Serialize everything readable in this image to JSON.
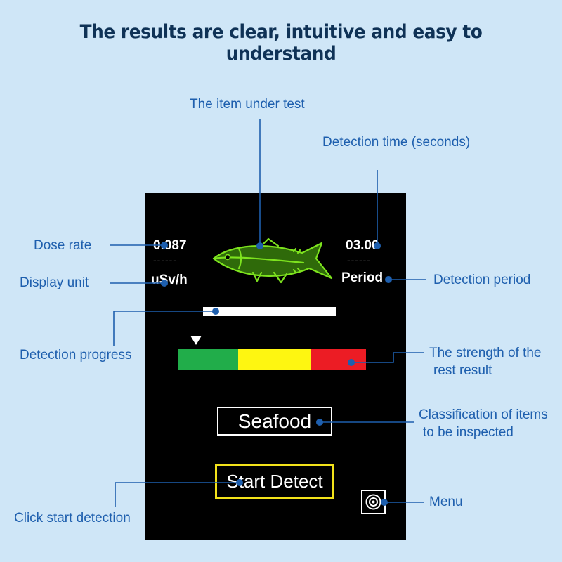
{
  "headline": "The results are clear, intuitive and easy to understand",
  "colors": {
    "background": "#cfe6f7",
    "headline": "#0f3256",
    "callout_text": "#1e5fae",
    "leader_line": "#1e5fae",
    "screen": "#000000",
    "fish": "#7de31e",
    "green": "#21ad4a",
    "yellow": "#fef611",
    "red": "#ec1c24",
    "button_border": "#f2e21a"
  },
  "callouts": {
    "item_under_test": "The item under test",
    "detection_time": "Detection time (seconds)",
    "dose_rate": "Dose rate",
    "display_unit": "Display unit",
    "detection_period": "Detection period",
    "detection_progress": "Detection progress",
    "strength_line1": "The strength of the",
    "strength_line2": "rest result",
    "classification_line1": "Classification of items",
    "classification_line2": "to be inspected",
    "click_start": "Click start detection",
    "menu": "Menu"
  },
  "screen": {
    "dose_rate_value": "0.087",
    "dose_dashes": "------",
    "unit": "uSv/h",
    "time_value": "03.00",
    "time_dashes": "------",
    "period_label": "Period",
    "item_icon": "tuna-fish-icon",
    "progress_fraction": 0.1,
    "result_level": 0.09,
    "category": "Seafood",
    "start_button": "Start Detect",
    "menu_icon": "target-menu-icon"
  }
}
